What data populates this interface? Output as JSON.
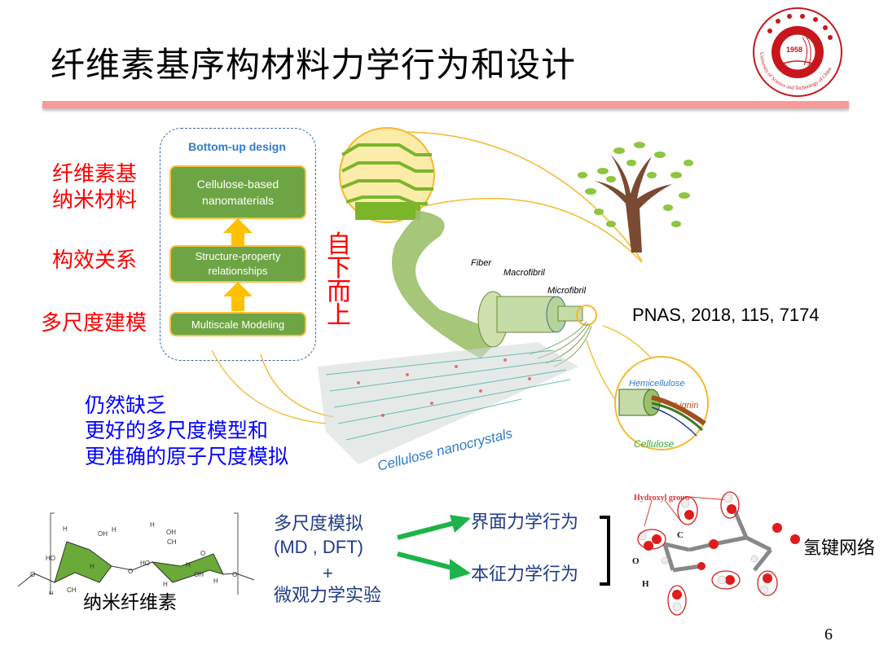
{
  "slide": {
    "title": "纤维素基序构材料力学行为和设计",
    "page_number": "6",
    "colors": {
      "title_bar": "#f9999a",
      "red_text": "#ff0000",
      "blue_text": "#0000ff",
      "navy_text": "#1f3c88",
      "green_box": "#6ea544",
      "yellow_arrow": "#ffc000",
      "green_arrow": "#1db34a"
    }
  },
  "logo": {
    "year": "1958",
    "ring_text": "University of Science and Technology of China"
  },
  "left_labels": {
    "materials": [
      "纤维素基",
      "纳米材料"
    ],
    "relation": "构效关系",
    "modeling": "多尺度建模"
  },
  "design_box": {
    "title": "Bottom-up design",
    "boxes": [
      {
        "line1": "Cellulose-based",
        "line2": "nanomaterials"
      },
      {
        "line1": "Structure-property",
        "line2": "relationships"
      },
      {
        "line1": "Multiscale Modeling",
        "line2": ""
      }
    ]
  },
  "vertical_label": [
    "自",
    "下",
    "而",
    "上"
  ],
  "figure": {
    "labels": {
      "fiber": "Fiber",
      "macrofibril": "Macrofibril",
      "microfibril": "Microfibril",
      "hemicellulose": "Hemicellulose",
      "lignin": "Lignin",
      "cellulose": "Cellulose",
      "nanocrystals": "Cellulose nanocrystals"
    }
  },
  "reference": "PNAS, 2018, 115, 7174",
  "gap_text": [
    "仍然缺乏",
    "更好的多尺度模型和",
    "更准确的原子尺度模拟"
  ],
  "bottom": {
    "molecule_caption": "纳米纤维素",
    "method": [
      "多尺度模拟",
      "(MD , DFT)",
      "+",
      "微观力学实验"
    ],
    "behaviors": [
      "界面力学行为",
      "本征力学行为"
    ],
    "hydroxyl_label": "Hydroxyl group",
    "atom_labels": {
      "c": "C",
      "o": "O",
      "h": "H"
    },
    "hbond_label": "氢键网络"
  }
}
